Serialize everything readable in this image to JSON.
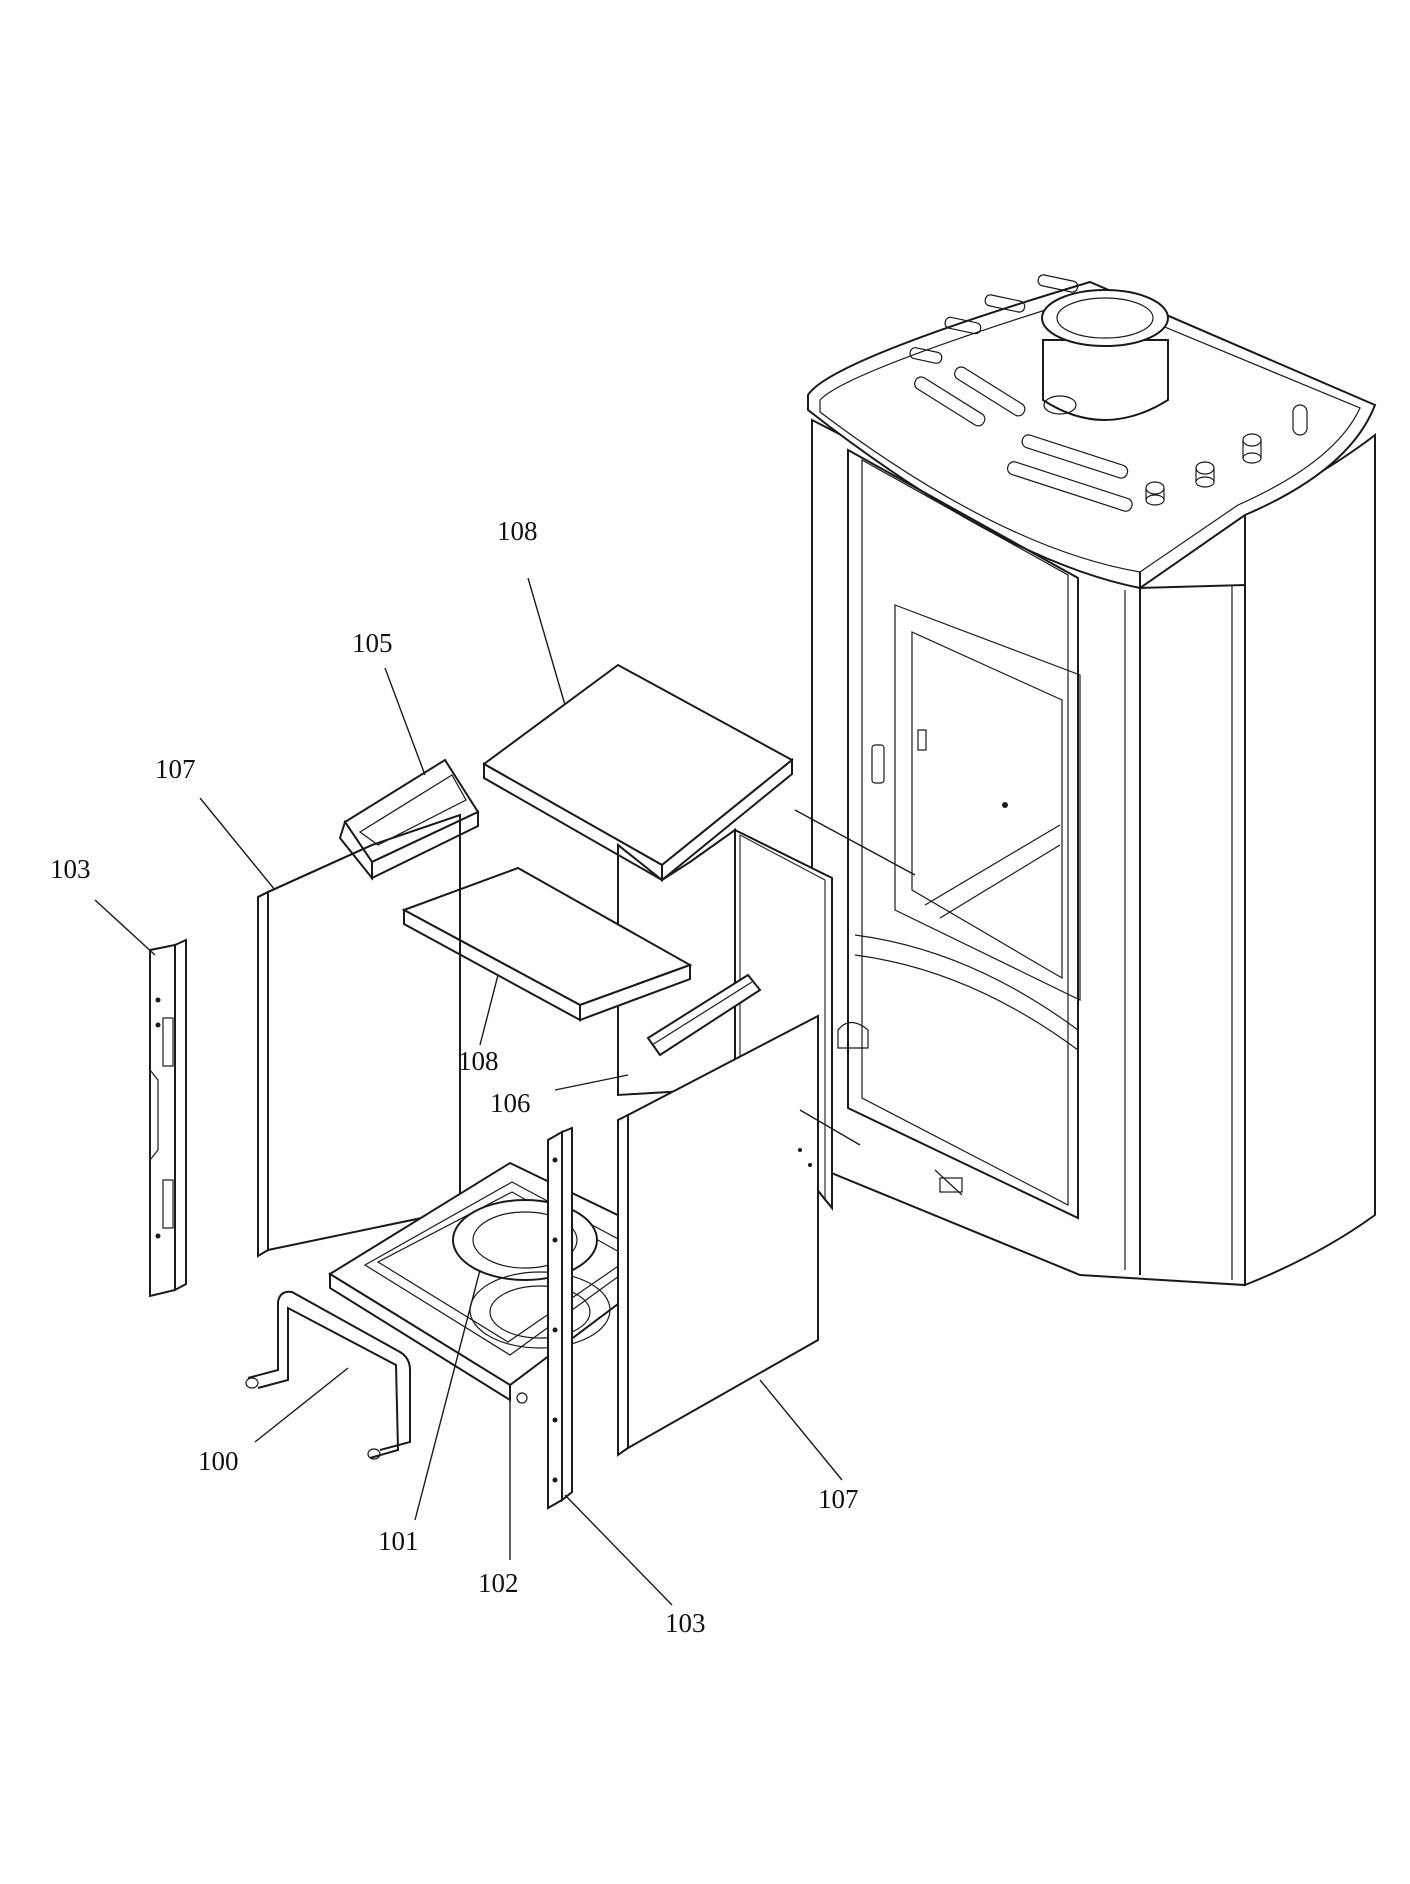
{
  "callouts": {
    "c100": "100",
    "c101": "101",
    "c102": "102",
    "c103_left": "103",
    "c103_bottom": "103",
    "c105": "105",
    "c106": "106",
    "c107_left": "107",
    "c107_right": "107",
    "c108_top": "108",
    "c108_mid": "108"
  }
}
